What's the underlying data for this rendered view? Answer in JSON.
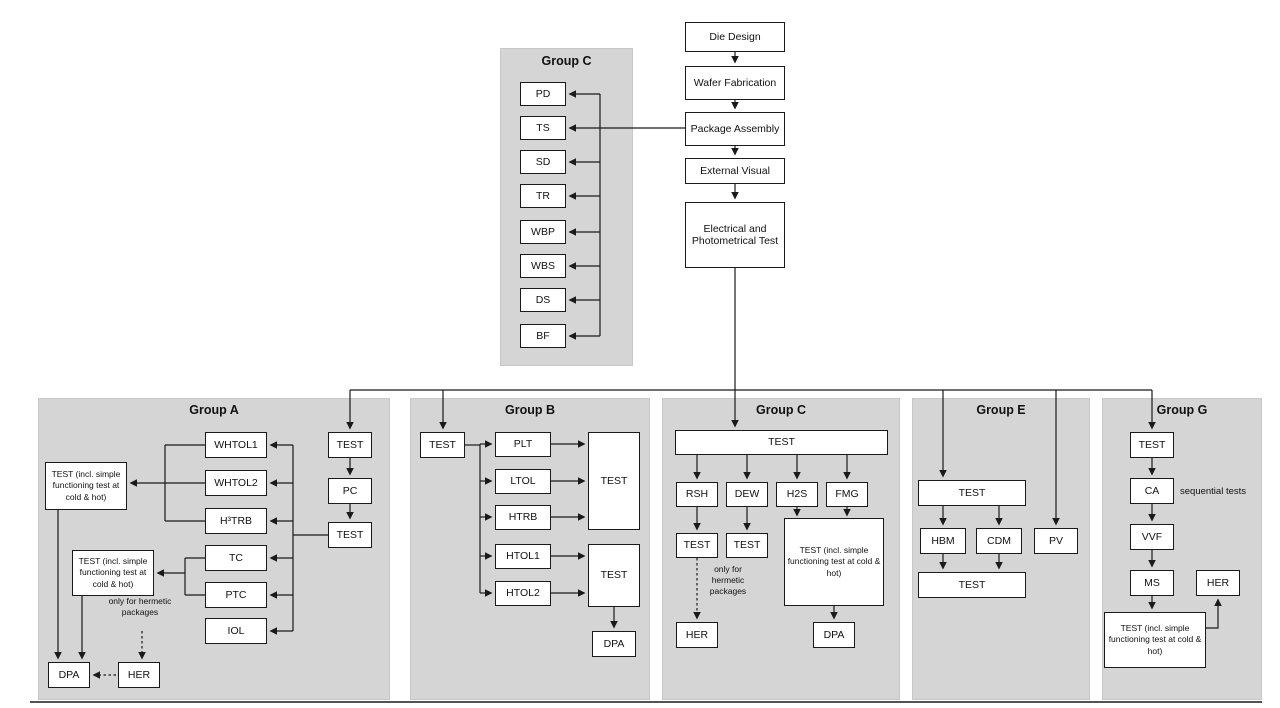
{
  "top_flow": {
    "die_design": "Die Design",
    "wafer_fabrication": "Wafer Fabrication",
    "package_assembly": "Package Assembly",
    "external_visual": "External Visual",
    "electrical_photometrical_test": "Electrical and Photometrical Test"
  },
  "group_c_top": {
    "title": "Group C",
    "items": [
      "PD",
      "TS",
      "SD",
      "TR",
      "WBP",
      "WBS",
      "DS",
      "BF"
    ]
  },
  "group_a": {
    "title": "Group A",
    "test_top": "TEST",
    "pc": "PC",
    "test_mid": "TEST",
    "stress_items": [
      "WHTOL1",
      "WHTOL2",
      "H³TRB",
      "TC",
      "PTC",
      "IOL"
    ],
    "test_functional_1": "TEST (incl. simple functioning test at cold & hot)",
    "test_functional_2": "TEST (incl. simple functioning test at cold & hot)",
    "note": "only for hermetic packages",
    "dpa": "DPA",
    "her": "HER"
  },
  "group_b": {
    "title": "Group B",
    "test_in": "TEST",
    "stress_items": [
      "PLT",
      "LTOL",
      "HTRB",
      "HTOL1",
      "HTOL2"
    ],
    "test_out_1": "TEST",
    "test_out_2": "TEST",
    "dpa": "DPA"
  },
  "group_c_bottom": {
    "title": "Group C",
    "test_in": "TEST",
    "stress_items": [
      "RSH",
      "DEW",
      "H2S",
      "FMG"
    ],
    "test_rsh": "TEST",
    "test_dew": "TEST",
    "test_functional": "TEST (incl. simple functioning test at cold & hot)",
    "note": "only for hermetic packages",
    "her": "HER",
    "dpa": "DPA"
  },
  "group_e": {
    "title": "Group E",
    "test_in": "TEST",
    "items": [
      "HBM",
      "CDM",
      "PV"
    ],
    "test_out": "TEST"
  },
  "group_g": {
    "title": "Group G",
    "test_in": "TEST",
    "ca": "CA",
    "note": "sequential tests",
    "vvf": "VVF",
    "ms": "MS",
    "her": "HER",
    "test_functional": "TEST (incl. simple functioning test at cold & hot)"
  },
  "colors": {
    "panel_bg": "#d5d5d5",
    "box_border": "#1a1a1a",
    "line": "#1a1a1a"
  }
}
